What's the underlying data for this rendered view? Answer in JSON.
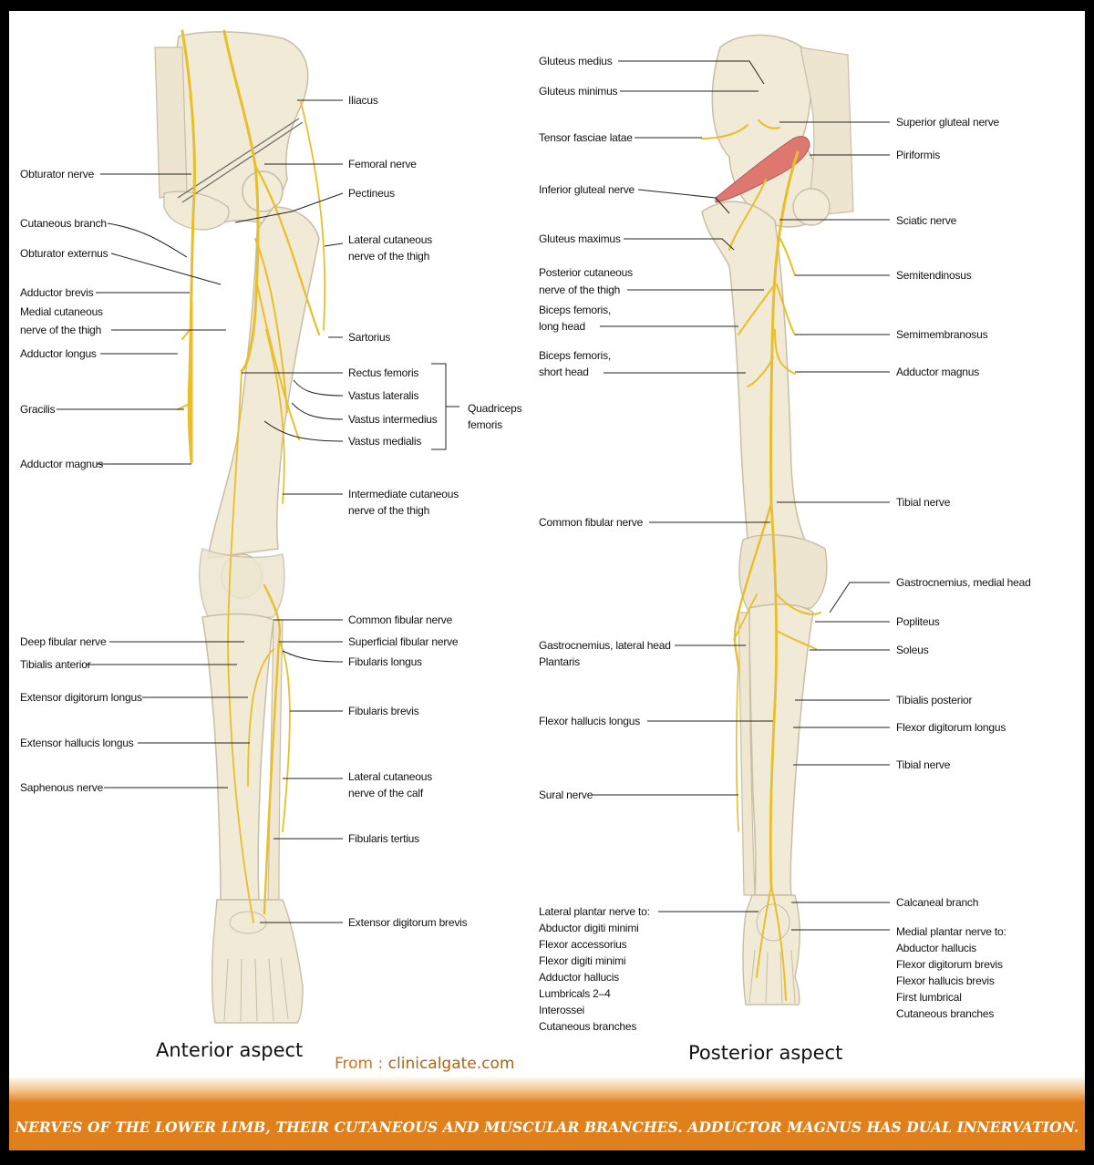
{
  "anterior": {
    "title": "Anterior aspect",
    "left_labels": [
      "Obturator nerve",
      "Cutaneous branch",
      "Obturator externus",
      "Adductor brevis",
      "Medial cutaneous",
      "nerve of the thigh",
      "Adductor longus",
      "Gracilis",
      "Adductor magnus",
      "Deep fibular nerve",
      "Tibialis anterior",
      "Extensor digitorum longus",
      "Extensor hallucis longus",
      "Saphenous nerve"
    ],
    "right_labels": [
      "Iliacus",
      "Femoral nerve",
      "Pectineus",
      "Lateral cutaneous",
      "nerve of the thigh",
      "Sartorius",
      "Rectus femoris",
      "Vastus lateralis",
      "Vastus intermedius",
      "Vastus medialis",
      "Quadriceps",
      "femoris",
      "Intermediate cutaneous",
      "nerve of the thigh",
      "Common fibular nerve",
      "Superficial fibular nerve",
      "Fibularis longus",
      "Fibularis brevis",
      "Lateral cutaneous",
      "nerve of the calf",
      "Fibularis tertius",
      "Extensor digitorum brevis"
    ]
  },
  "posterior": {
    "title": "Posterior aspect",
    "left_labels": [
      "Gluteus medius",
      "Gluteus minimus",
      "Tensor fasciae latae",
      "Inferior gluteal nerve",
      "Gluteus maximus",
      "Posterior cutaneous",
      "nerve of the thigh",
      "Biceps femoris,",
      "long head",
      "Biceps femoris,",
      "short head",
      "Common fibular nerve",
      "Gastrocnemius, lateral head",
      "Plantaris",
      "Flexor hallucis longus",
      "Sural nerve",
      "Lateral plantar nerve to:",
      "Abductor digiti minimi",
      "Flexor accessorius",
      "Flexor digiti minimi",
      "Adductor hallucis",
      "Lumbricals 2–4",
      "Interossei",
      "Cutaneous branches"
    ],
    "right_labels": [
      "Superior gluteal nerve",
      "Piriformis",
      "Sciatic nerve",
      "Semitendinosus",
      "Semimembranosus",
      "Adductor magnus",
      "Tibial nerve",
      "Gastrocnemius, medial head",
      "Popliteus",
      "Soleus",
      "Tibialis posterior",
      "Flexor digitorum longus",
      "Tibial nerve",
      "Calcaneal branch",
      "Medial plantar nerve to:",
      "Abductor hallucis",
      "Flexor digitorum brevis",
      "Flexor hallucis brevis",
      "First lumbrical",
      "Cutaneous branches"
    ]
  },
  "credit": {
    "prefix": "From : ",
    "site": "clinicalgate.com"
  },
  "caption": "NERVES OF THE LOWER LIMB, THEIR CUTANEOUS AND MUSCULAR BRANCHES. ADDUCTOR MAGNUS HAS DUAL INNERVATION.",
  "colors": {
    "nerve": "#e8bf2a",
    "bone": "#f1ead7",
    "bone_edge": "#c9bea3",
    "muscle": "#dd7770",
    "banner": "#e0801c",
    "credit_prefix": "#d8701a",
    "credit_site": "#b5610e"
  }
}
